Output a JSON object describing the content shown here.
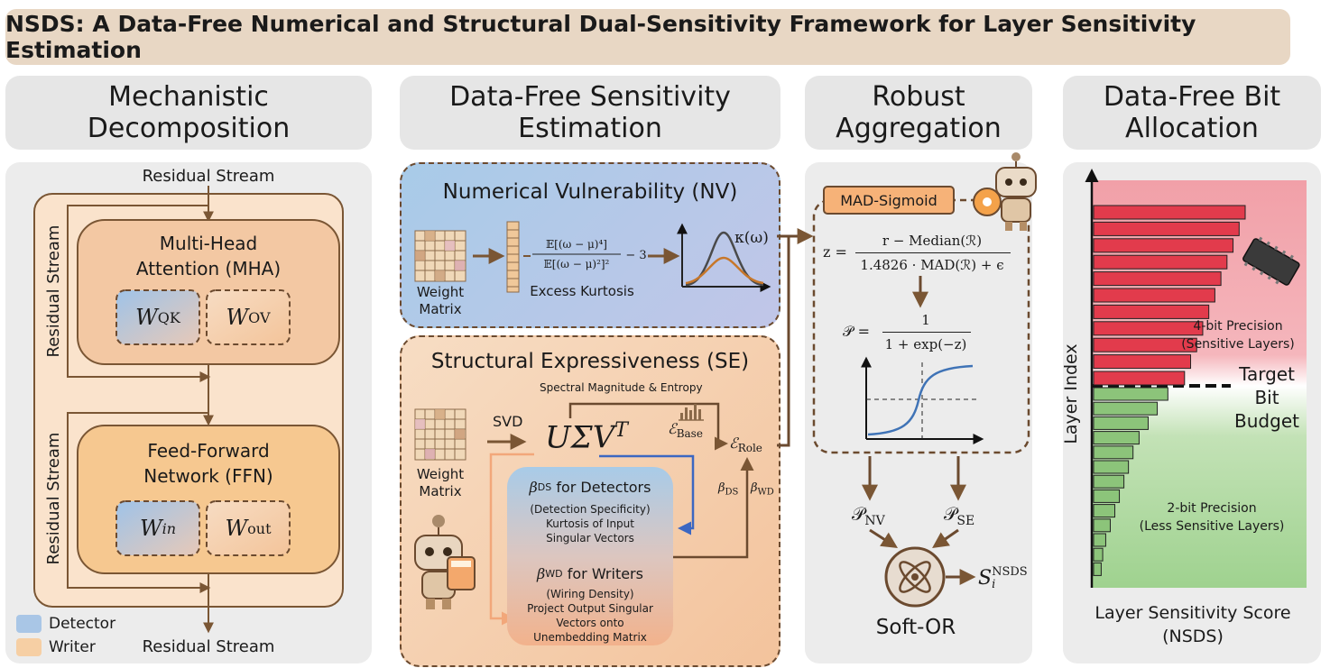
{
  "title": "NSDS: A Data-Free Numerical and Structural Dual-Sensitivity Framework for Layer Sensitivity Estimation",
  "columns": {
    "mech": "Mechanistic Decomposition",
    "mech_l1": "Mechanistic",
    "mech_l2": "Decomposition",
    "est_l1": "Data-Free Sensitivity",
    "est_l2": "Estimation",
    "agg_l1": "Robust",
    "agg_l2": "Aggregation",
    "bit_l1": "Data-Free Bit",
    "bit_l2": "Allocation"
  },
  "mech": {
    "residual_top": "Residual Stream",
    "residual_bottom": "Residual Stream",
    "residual_side": "Residual Stream",
    "mha_l1": "Multi-Head",
    "mha_l2": "Attention (MHA)",
    "ffn_l1": "Feed-Forward",
    "ffn_l2": "Network (FFN)",
    "w_qk": "W",
    "w_qk_sub": "QK",
    "w_ov": "W",
    "w_ov_sub": "OV",
    "w_in": "W",
    "w_in_sub": "in",
    "w_out": "W",
    "w_out_sub": "out",
    "legend_detector": "Detector",
    "legend_writer": "Writer",
    "color_detector": "#a9c6e6",
    "color_writer": "#f6cfa4"
  },
  "nv": {
    "title": "Numerical Vulnerability (NV)",
    "weight_l1": "Weight",
    "weight_l2": "Matrix",
    "num": "𝔼[(ω − μ)⁴]",
    "den": "𝔼[(ω − μ)²]²",
    "minus": "− 3",
    "kurtosis_label": "Excess Kurtosis",
    "kappa": "κ(ω)"
  },
  "se": {
    "title": "Structural Expressiveness (SE)",
    "weight_l1": "Weight",
    "weight_l2": "Matrix",
    "svd": "SVD",
    "usv": "UΣV",
    "usv_sup": "T",
    "spectral": "Spectral Magnitude & Entropy",
    "e_base": "ℰ",
    "e_base_sub": "Base",
    "e_role": "ℰ",
    "e_role_sub": "Role",
    "beta_ds_small": "β",
    "beta_ds_small_sub": "DS",
    "beta_wd_small": "β",
    "beta_wd_small_sub": "WD",
    "ds_head": "β",
    "ds_head_sub": "DS",
    "ds_head_rest": " for Detectors",
    "ds_l1": "(Detection Specificity)",
    "ds_l2": "Kurtosis of Input",
    "ds_l3": "Singular Vectors",
    "wd_head": "β",
    "wd_head_sub": "WD",
    "wd_head_rest": " for Writers",
    "wd_l1": "(Wiring Density)",
    "wd_l2": "Project Output Singular",
    "wd_l3": "Vectors onto",
    "wd_l4": "Unembedding Matrix"
  },
  "agg": {
    "mad": "MAD-Sigmoid",
    "z_lhs": "z =",
    "z_num": "r − Median(ℛ)",
    "z_den": "1.4826 · MAD(ℛ) + ϵ",
    "p_lhs": "𝒫 =",
    "p_num": "1",
    "p_den": "1 + exp(−z)",
    "p_nv": "𝒫",
    "p_nv_sub": "NV",
    "p_se": "𝒫",
    "p_se_sub": "SE",
    "score": "S",
    "score_sub": "i",
    "score_sup": "NSDS",
    "soft_or": "Soft-OR"
  },
  "bit": {
    "y_label": "Layer Index",
    "x_label_l1": "Layer Sensitivity Score",
    "x_label_l2": "(NSDS)",
    "four_l1": "4-bit Precision",
    "four_l2": "(Sensitive Layers)",
    "target_l1": "Target",
    "target_l2": "Bit",
    "target_l3": "Budget",
    "two_l1": "2-bit Precision",
    "two_l2": "(Less Sensitive Layers)",
    "red_bars": [
      1.0,
      0.96,
      0.92,
      0.88,
      0.84,
      0.8,
      0.76,
      0.72,
      0.68,
      0.64,
      0.6
    ],
    "green_bars": [
      0.49,
      0.42,
      0.36,
      0.3,
      0.26,
      0.23,
      0.2,
      0.17,
      0.14,
      0.11,
      0.08,
      0.06,
      0.05
    ],
    "color_red": "#e23b4c",
    "color_green": "#8cc47a"
  }
}
